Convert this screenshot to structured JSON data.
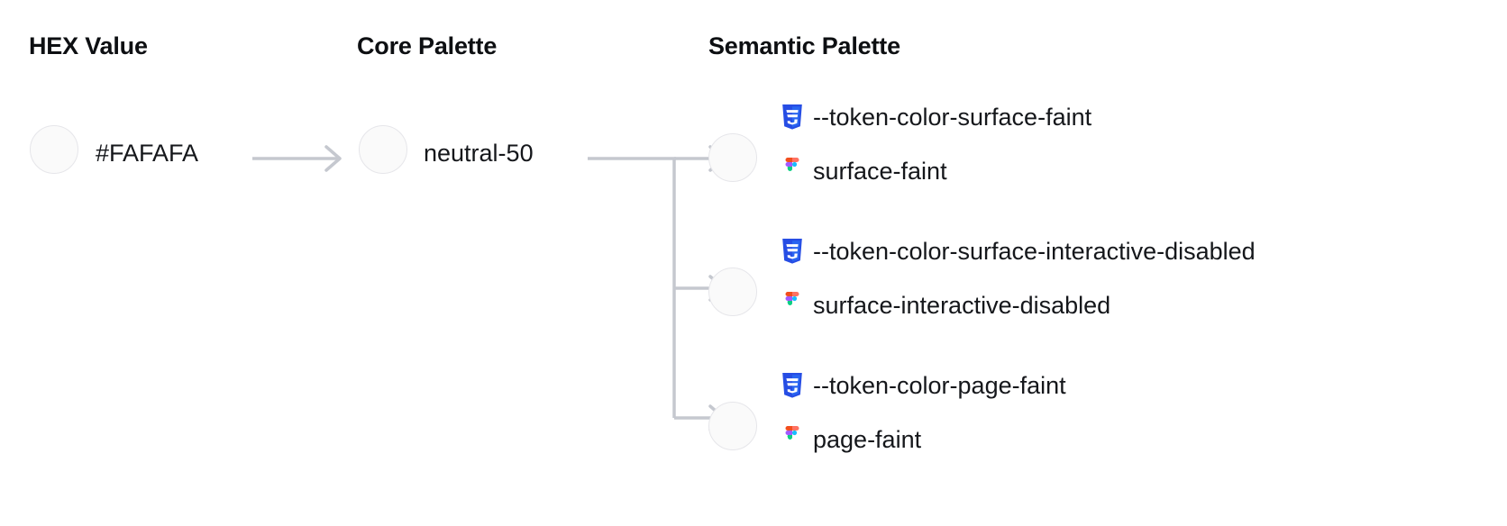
{
  "columns": {
    "hex_value": "HEX Value",
    "core_palette": "Core Palette",
    "semantic_palette": "Semantic Palette"
  },
  "hex": {
    "value": "#FAFAFA",
    "swatch_color": "#FAFAFA"
  },
  "core": {
    "value": "neutral-50",
    "swatch_color": "#FAFAFA"
  },
  "icons": {
    "css": "css3-icon",
    "figma": "figma-icon",
    "arrow": "arrow-right-icon"
  },
  "colors": {
    "swatch_fill": "#FAFAFA",
    "swatch_border": "#E6E6EA",
    "connector": "#C5C8CF",
    "text": "#15171b",
    "css_blue_dark": "#264DE4",
    "css_blue_light": "#2965F1",
    "figma_orange": "#F24E1E",
    "figma_salmon": "#FF7262",
    "figma_purple": "#A259FF",
    "figma_blue": "#1ABCFE",
    "figma_green": "#0ACF83"
  },
  "semantic_rows": [
    {
      "css_token": "--token-color-surface-faint",
      "figma_token": "surface-faint",
      "swatch_color": "#FAFAFA"
    },
    {
      "css_token": "--token-color-surface-interactive-disabled",
      "figma_token": "surface-interactive-disabled",
      "swatch_color": "#FAFAFA"
    },
    {
      "css_token": "--token-color-page-faint",
      "figma_token": "page-faint",
      "swatch_color": "#FAFAFA"
    }
  ]
}
